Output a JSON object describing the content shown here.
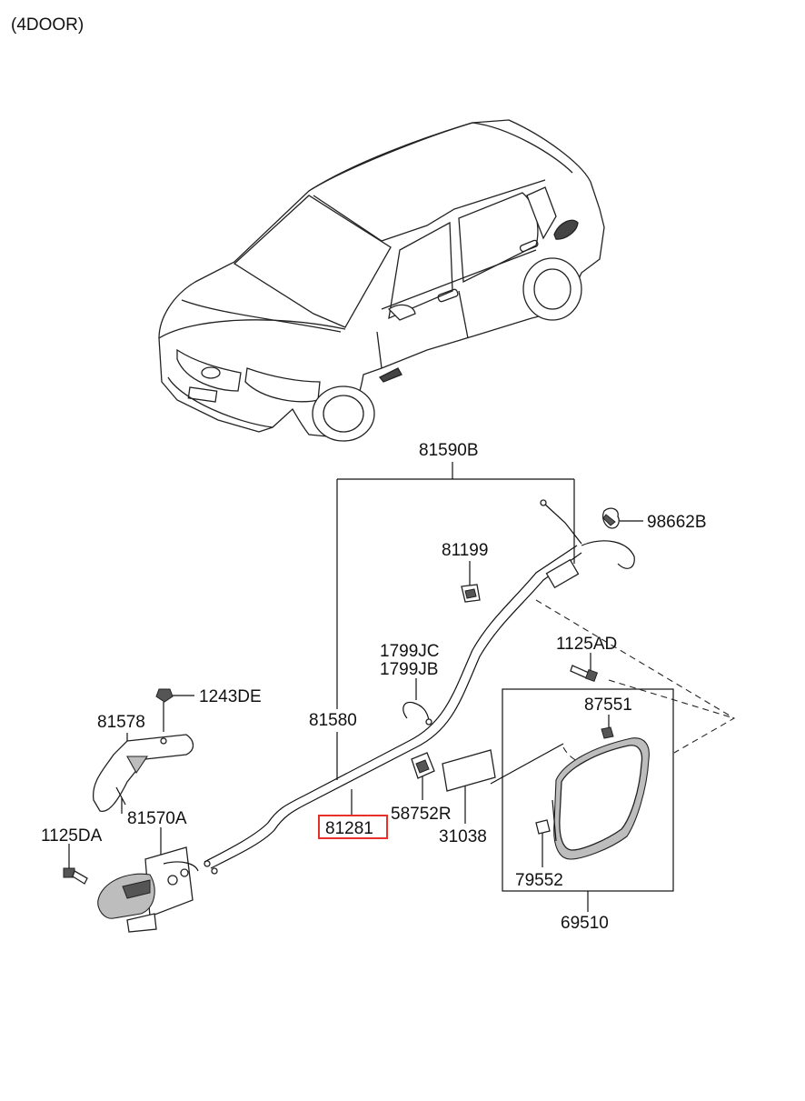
{
  "variant_label": "(4DOOR)",
  "highlight_color": "#e8302a",
  "parts": {
    "p81590B": "81590B",
    "p98662B": "98662B",
    "p81199": "81199",
    "p1125AD": "1125AD",
    "p1799JC": "1799JC",
    "p1799JB": "1799JB",
    "p1243DE": "1243DE",
    "p81578": "81578",
    "p81580": "81580",
    "p87551": "87551",
    "p1125DA": "1125DA",
    "p81570A": "81570A",
    "p81281": "81281",
    "p58752R": "58752R",
    "p31038": "31038",
    "p79552": "79552",
    "p69510": "69510"
  }
}
